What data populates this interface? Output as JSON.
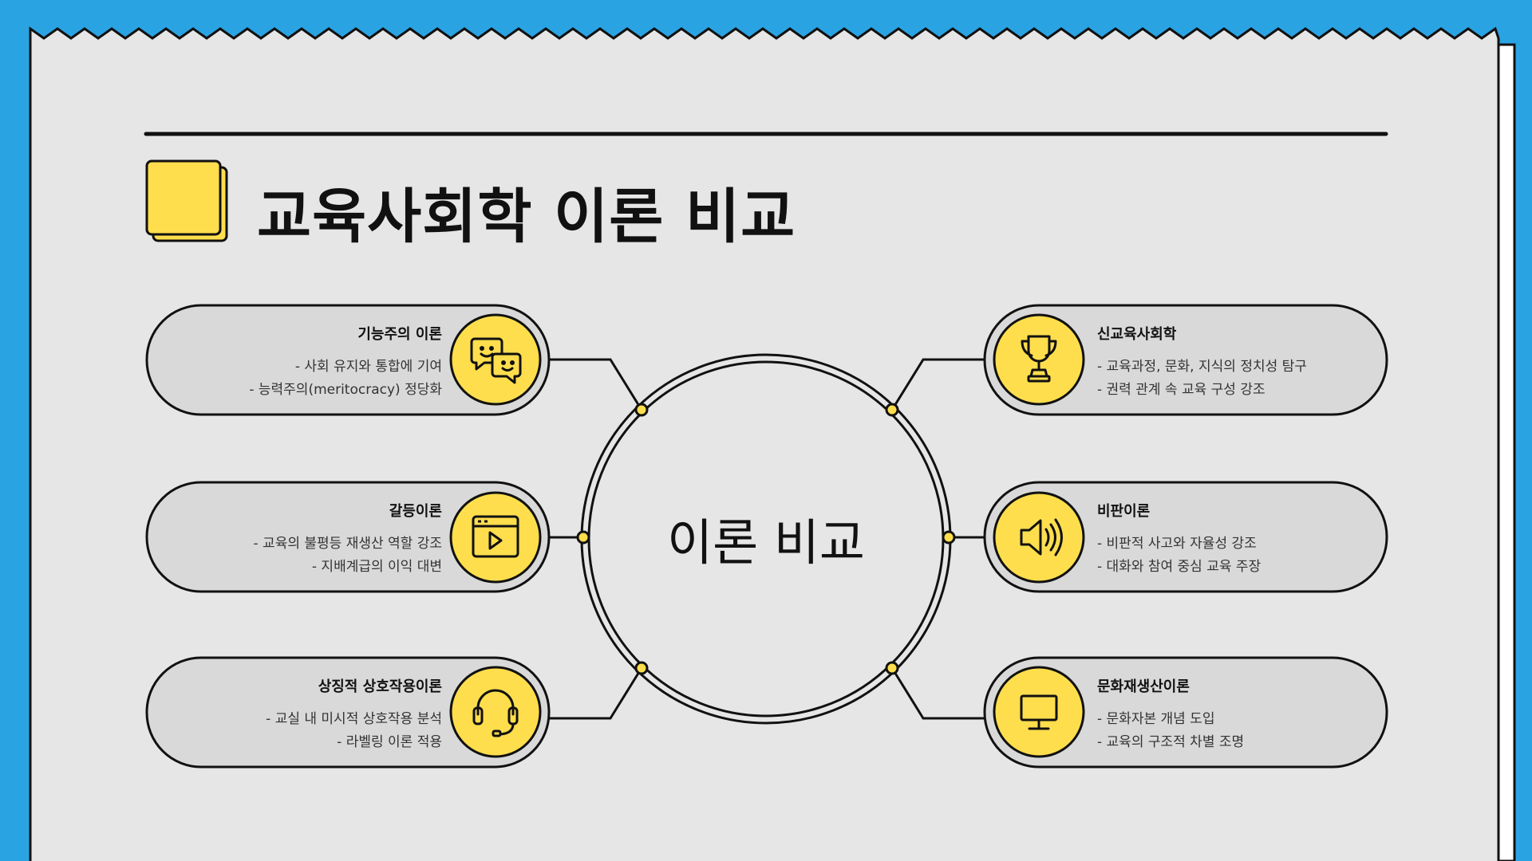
{
  "slide": {
    "title": "교육사회학 이론 비교",
    "center_label": "이론 비교",
    "colors": {
      "background": "#2aa3e3",
      "paper": "#e6e6e6",
      "accent": "#ffde4d",
      "pill": "#d9d9d9",
      "ink": "#111111"
    }
  },
  "theories": [
    {
      "title": "기능주의 이론",
      "points": [
        "- 사회 유지와 통합에 기여",
        "- 능력주의(meritocracy) 정당화"
      ],
      "icon": "chat-bubbles-icon"
    },
    {
      "title": "갈등이론",
      "points": [
        "- 교육의 불평등 재생산 역할 강조",
        "- 지배계급의 이익 대변"
      ],
      "icon": "video-player-icon"
    },
    {
      "title": "상징적 상호작용이론",
      "points": [
        "- 교실 내 미시적 상호작용 분석",
        "- 라벨링 이론 적용"
      ],
      "icon": "headset-icon"
    },
    {
      "title": "신교육사회학",
      "points": [
        "- 교육과정, 문화, 지식의 정치성 탐구",
        "- 권력 관계 속 교육 구성 강조"
      ],
      "icon": "trophy-icon"
    },
    {
      "title": "비판이론",
      "points": [
        "- 비판적 사고와 자율성 강조",
        "- 대화와 참여 중심 교육 주장"
      ],
      "icon": "speaker-icon"
    },
    {
      "title": "문화재생산이론",
      "points": [
        "- 문화자본 개념 도입",
        "- 교육의 구조적 차별 조명"
      ],
      "icon": "monitor-icon"
    }
  ]
}
